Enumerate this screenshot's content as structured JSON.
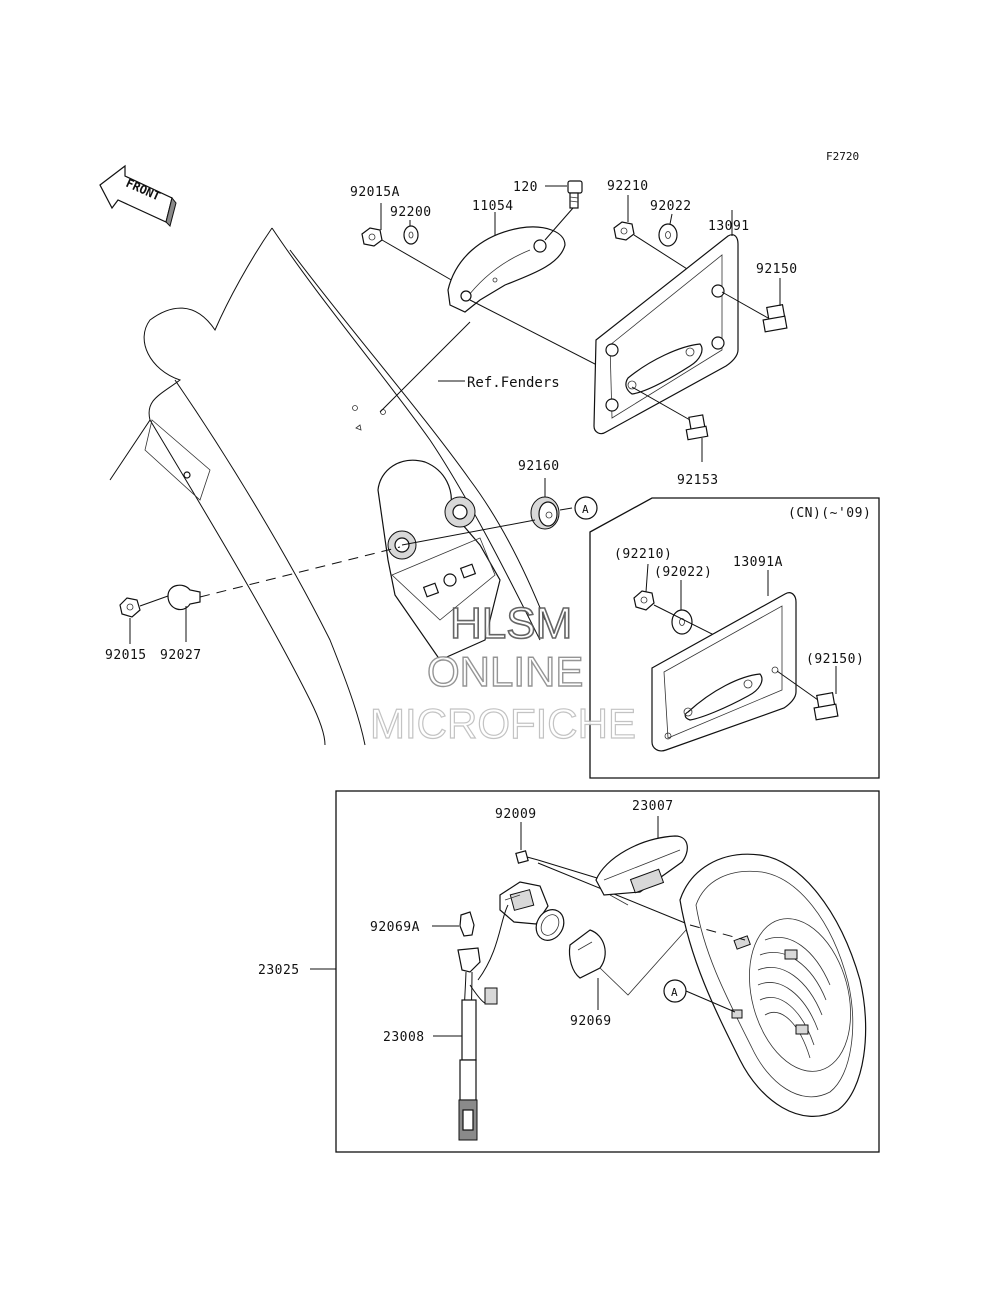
{
  "diagram_code": "F2720",
  "front_arrow_label": "FRONT",
  "ref_fenders_label": "Ref.Fenders",
  "inset_top_note": "(CN)(~'09)",
  "callout_marker": "A",
  "watermark": {
    "line1": "HLSM",
    "line2": "ONLINE",
    "line3": "MICROFICHE"
  },
  "labels": {
    "p92015A": "92015A",
    "p92200": "92200",
    "p11054": "11054",
    "p120": "120",
    "p92210": "92210",
    "p92022": "92022",
    "p13091": "13091",
    "p92150": "92150",
    "p92153": "92153",
    "p92160": "92160",
    "p92015": "92015",
    "p92027": "92027",
    "p92210_alt": "(92210)",
    "p92022_alt": "(92022)",
    "p13091A": "13091A",
    "p92150_alt": "(92150)",
    "p92009": "92009",
    "p23007": "23007",
    "p92069A": "92069A",
    "p23025": "23025",
    "p23008": "23008",
    "p92069": "92069"
  }
}
